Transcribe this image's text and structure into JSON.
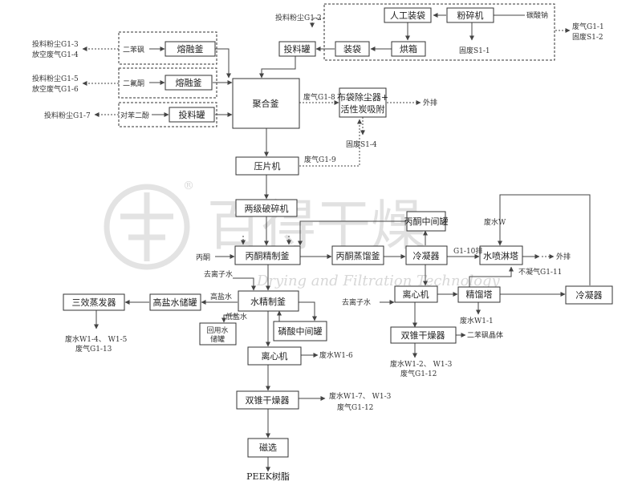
{
  "watermark": {
    "cn": "百得干燥",
    "en": "Drying and Filtration Technology",
    "reg": "®"
  },
  "nodes": {
    "manual_bagging": "人工装袋",
    "crusher": "粉碎机",
    "sodium_carbonate": "碳酸钠",
    "drying_box": "烘箱",
    "bagging": "装袋",
    "feed_tank_top": "投料罐",
    "solid_s11": "固废S1-1",
    "gas_g11_solid_s12": [
      "废气G1-1",
      "固废S1-2"
    ],
    "feed_dust_g12": "投料粉尘G1-2",
    "diphenyl_sulfone": "二苯砜",
    "melt_kettle_1": "熔融釜",
    "g13_g14": [
      "投料粉尘G1-3",
      "放空废气G1-4"
    ],
    "difluoro_benzophenone": "二氟酮",
    "melt_kettle_2": "熔融釜",
    "g15_g16": [
      "投料粉尘G1-5",
      "放空废气G1-6"
    ],
    "hydroquinone": "对苯二酚",
    "feed_tank_left": "投料罐",
    "feed_dust_g17": "投料粉尘G1-7",
    "polymer_kettle": "聚合釜",
    "gas_g18": "废气G1-8",
    "bag_filter": [
      "布袋除尘器+",
      "活性炭吸附"
    ],
    "discharge_1": "外排",
    "solid_s14": "固废S1-4",
    "tablet_press": "压片机",
    "gas_g19": "废气G1-9",
    "pulverizer": "两级破碎机",
    "acetone_tank": "丙酮中间罐",
    "waste_water_w": "废水W",
    "acetone_in": "丙酮",
    "acetone_refine": "丙酮精制釜",
    "acetone_distill": "丙酮蒸馏釜",
    "condenser_1": "冷凝器",
    "g1_10": "G1-10排",
    "water_spray": "水喷淋塔",
    "discharge_2": "外排",
    "noncond_g111": "不凝气G1-11",
    "condenser_2": "冷凝器",
    "deionized_1": "去离子水",
    "deionized_2": "去离子水",
    "triple_evap": "三效蒸发器",
    "brine_tank": "高盐水储罐",
    "high_salt": "高盐水",
    "water_refine": "水精制釜",
    "low_salt": "低盐水",
    "reuse_tank": [
      "回用水",
      "储罐"
    ],
    "phosphoric_tank": "磷酸中间罐",
    "centrifuge_r": "离心机",
    "distill_tower": "精馏塔",
    "waste_w11": "废水W1-1",
    "double_cone_r": "双锥干燥器",
    "diphenyl_crystal": "二苯砜晶体",
    "w12_w13_g112": [
      "废水W1-2、 W1-3",
      "废气G1-12"
    ],
    "w14_w15_g113": [
      "废水W1-4、 W1-5",
      "废气G1-13"
    ],
    "centrifuge_m": "离心机",
    "waste_w16": "废水W1-6",
    "double_cone_m": "双锥干燥器",
    "w17_w13_g112": [
      "废水W1-7、 W1-3",
      "废气G1-12"
    ],
    "magnetic_sep": "磁选",
    "peek": "PEEK树脂"
  }
}
